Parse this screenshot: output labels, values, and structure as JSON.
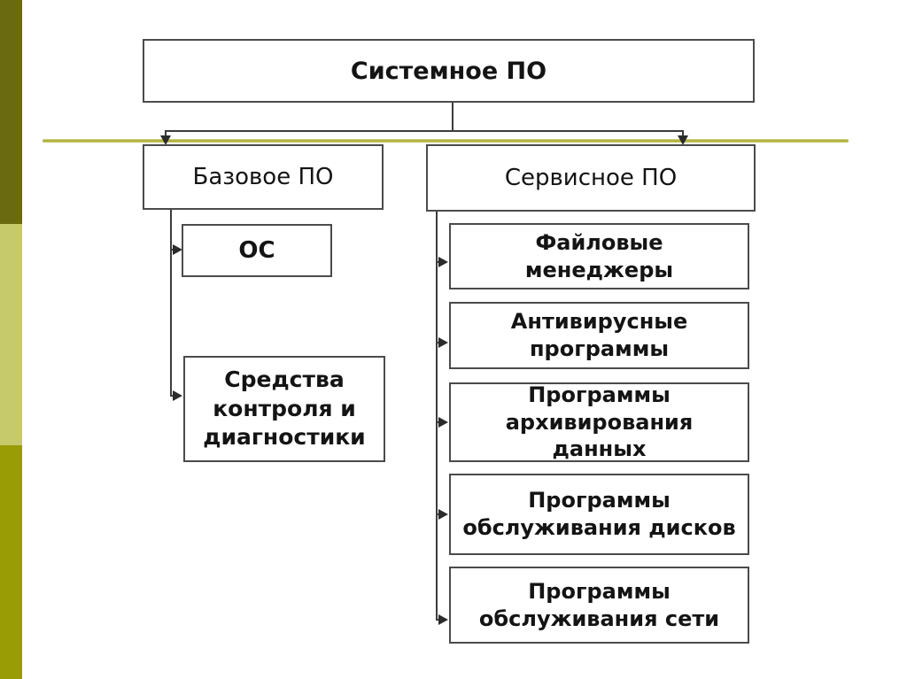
{
  "page": {
    "background": "#ffffff"
  },
  "sidebar": {
    "bands": [
      {
        "name": "top-band",
        "color": "#6a6a10"
      },
      {
        "name": "middle-band",
        "color": "#c6ca6a"
      },
      {
        "name": "bottom-band",
        "color": "#999c04"
      }
    ]
  },
  "divider": {
    "color": "#a9ad35"
  },
  "diagram": {
    "root": {
      "label": "Системное ПО"
    },
    "level1": [
      {
        "label": "Базовое ПО"
      },
      {
        "label": "Сервисное ПО"
      }
    ],
    "basic_children": [
      {
        "label": "ОС"
      },
      {
        "label": "Средства\nконтроля и\nдиагностики"
      }
    ],
    "service_children": [
      {
        "label": "Файловые\nменеджеры"
      },
      {
        "label": "Антивирусные\nпрограммы"
      },
      {
        "label": "Программы\nархивирования\nданных"
      },
      {
        "label": "Программы\nобслуживания дисков"
      },
      {
        "label": "Программы\nобслуживания сети"
      }
    ],
    "colors": {
      "box_border": "#4b4b4b",
      "connector": "#2b2b2b",
      "text": "#141414"
    }
  }
}
